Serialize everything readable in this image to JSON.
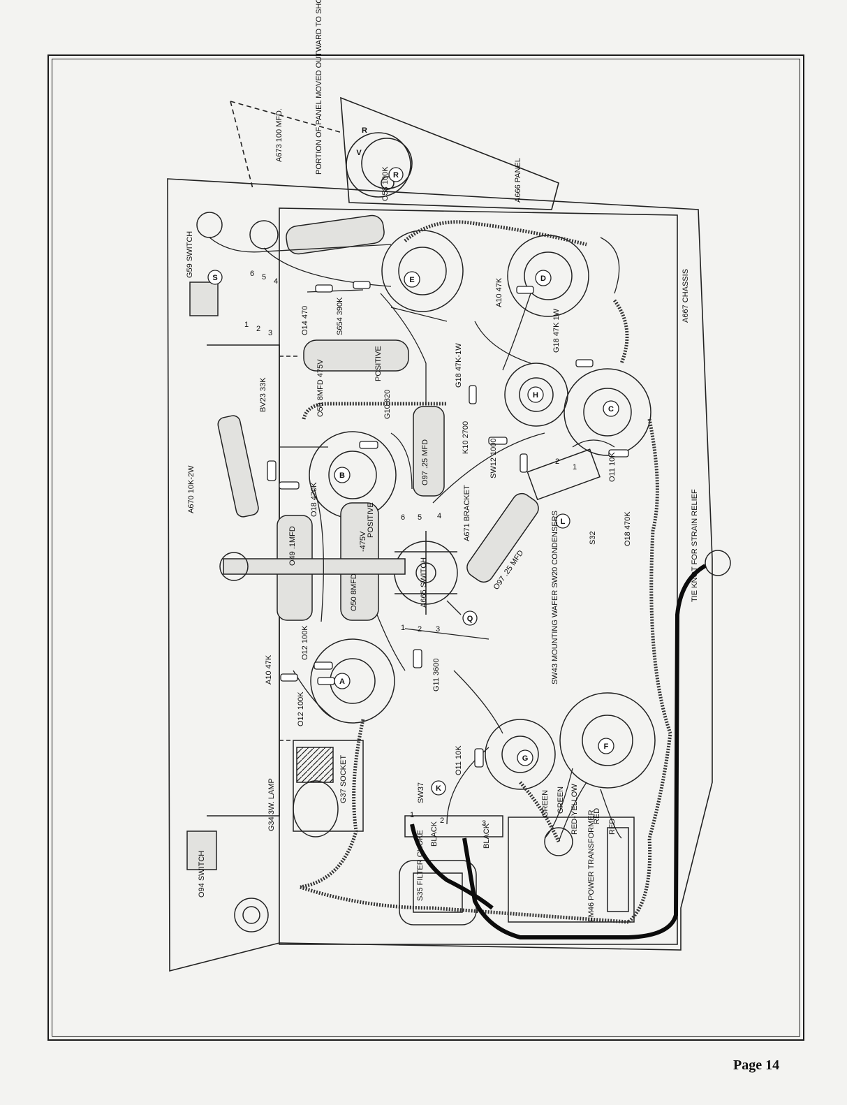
{
  "diagram": {
    "labels": {
      "panel_note": "PORTION OF PANEL MOVED OUTWARD TO SHOW WIRING OF CONTROL",
      "a673": "A673 100 MFD.",
      "o58": "O58 100K",
      "a666": "A666 PANEL",
      "g59": "G59 SWITCH",
      "o14": "O14 470",
      "s654": "S654 390K",
      "a10_top": "A10 47K",
      "a667": "A667 CHASSIS",
      "o50_top": "O50 8MFD 475V",
      "bv23": "BV23 33K",
      "g10": "G10 820",
      "o97_top": "O97 .25 MFD",
      "k10": "K10 2700",
      "g18_a": "G18 47K-1W",
      "g18_b": "G18 47K 1W",
      "sw12": "SW12 1000",
      "o11_top": "O11 10K",
      "o18_right": "O18 470K",
      "s32": "S32",
      "a670": "A670 10K-2W",
      "o18_left": "O18 470K",
      "o49": "O49 .1MFD",
      "o50_mid": "O50 8MFD",
      "a671": "A671 BRACKET",
      "o97_mid": "O97 .25 MFD",
      "a665": "A665 SWITCH",
      "tie_knot": "TIE KNOT FOR STRAIN RELIEF",
      "sw43": "SW43 MOUNTING WAFER SW20 CONDENSERS",
      "o12_top": "O12 100K",
      "a10_left": "A10 47K",
      "o12_left": "O12 100K",
      "g11": "G11 3600",
      "g34": "G34 3W. LAMP",
      "g37": "G37 SOCKET",
      "sw37": "SW37",
      "o11_bottom": "O11 10K",
      "o94": "O94 SWITCH",
      "s35": "S35 FILTER CHOKE",
      "fm46": "FM46 POWER TRANSFORMER",
      "positive_top": "POSITIVE",
      "positive_mid": "POSITIVE",
      "neg_475": "-475V"
    },
    "wires": {
      "green_1": "GREEN",
      "green_2": "GREEN",
      "red_yellow": "RED-YELLOW",
      "red_1": "RED",
      "red_2": "RED",
      "black_1": "BLACK",
      "black_2": "BLACK"
    },
    "tubes": {
      "a": "A",
      "b": "B",
      "c": "C",
      "d": "D",
      "e": "E",
      "f": "F",
      "g": "G",
      "h": "H"
    },
    "markers": {
      "s": "S",
      "r": "R",
      "l": "L",
      "k": "K",
      "q": "Q",
      "v": "V"
    },
    "pin_numbers": {
      "p1": "1",
      "p2": "2",
      "p3": "3",
      "p4": "4",
      "p5": "5",
      "p6": "6"
    }
  },
  "footer": {
    "page_label": "Page 14"
  },
  "colors": {
    "ink": "#111111",
    "paper": "#f3f3f1"
  }
}
